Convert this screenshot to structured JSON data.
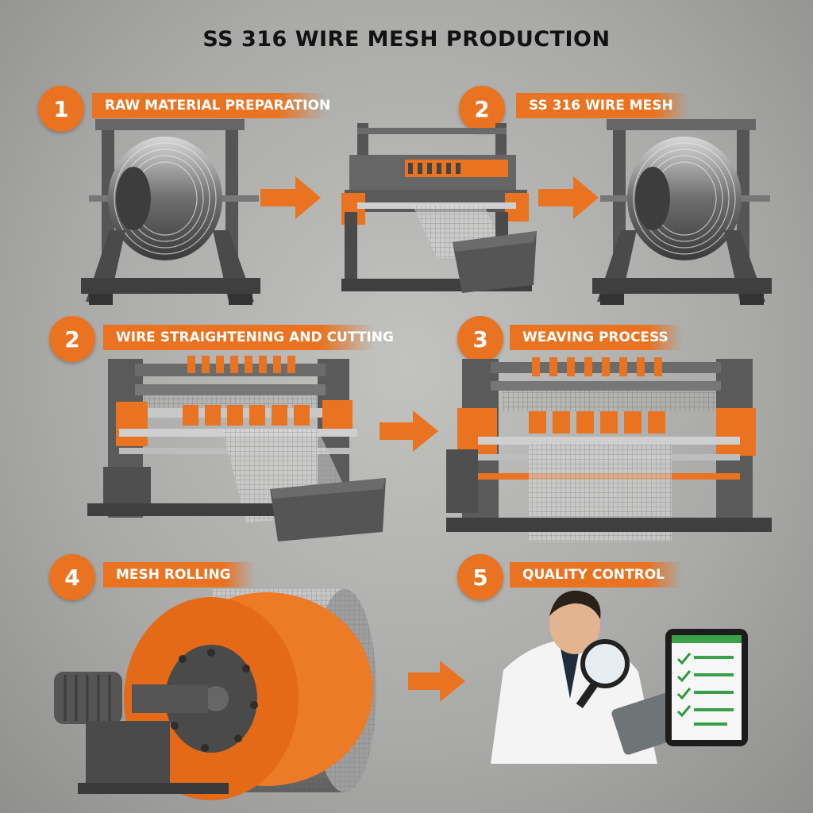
{
  "title": "SS 316 WIRE MESH PRODUCTION",
  "colors": {
    "accent": "#e97320",
    "machine": "#5a5a5a",
    "background": "#b4b4b2"
  },
  "steps": [
    {
      "number": "1",
      "label": "RAW MATERIAL PREPARATION"
    },
    {
      "number": "2",
      "label": "SS 316 WIRE MESH"
    },
    {
      "number": "2",
      "label": "WIRE STRAIGHTENING AND CUTTING"
    },
    {
      "number": "3",
      "label": "WEAVING PROCESS"
    },
    {
      "number": "4",
      "label": "MESH ROLLING"
    },
    {
      "number": "5",
      "label": "QUALITY CONTROL"
    }
  ]
}
